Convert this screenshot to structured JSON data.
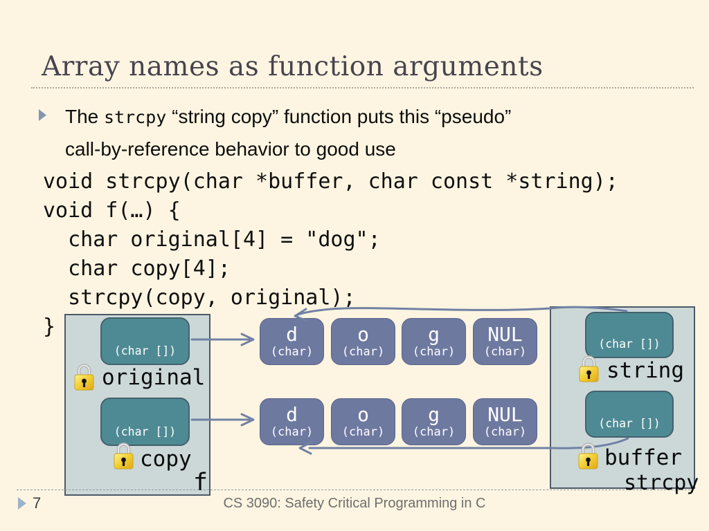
{
  "title": "Array names as function arguments",
  "bullet": {
    "line1_pre": "The ",
    "line1_code": "strcpy",
    "line1_post": " “string copy” function puts this “pseudo”",
    "line2": "call-by-reference behavior to good use"
  },
  "code": {
    "lines": [
      "void strcpy(char *buffer, char const *string);",
      "void f(…) {",
      "  char original[4] = \"dog\";",
      "  char copy[4];",
      "  strcpy(copy, original);",
      "}"
    ]
  },
  "diagram": {
    "type_array": "(char [])",
    "frames": {
      "f": "f",
      "strcpy": "strcpy"
    },
    "vars": {
      "original": "original",
      "copy": "copy",
      "string": "string",
      "buffer": "buffer"
    },
    "row1": [
      {
        "ch": "d",
        "ty": "(char)"
      },
      {
        "ch": "o",
        "ty": "(char)"
      },
      {
        "ch": "g",
        "ty": "(char)"
      },
      {
        "ch": "NUL",
        "ty": "(char)"
      }
    ],
    "row2": [
      {
        "ch": "d",
        "ty": "(char)"
      },
      {
        "ch": "o",
        "ty": "(char)"
      },
      {
        "ch": "g",
        "ty": "(char)"
      },
      {
        "ch": "NUL",
        "ty": "(char)"
      }
    ]
  },
  "footer": {
    "page": "7",
    "course": "CS 3090: Safety Critical Programming in C"
  },
  "colors": {
    "background": "#fdf5e1",
    "title": "#47444f",
    "frame_fill": "#ccd8d8",
    "frame_border": "#4c5968",
    "pointer_box_teal": "#4e8a94",
    "char_cell_blue": "#6e79a0",
    "connector": "#7181a5",
    "lock_gold": "#f3cd30",
    "footer_text": "#6e6e6e"
  }
}
